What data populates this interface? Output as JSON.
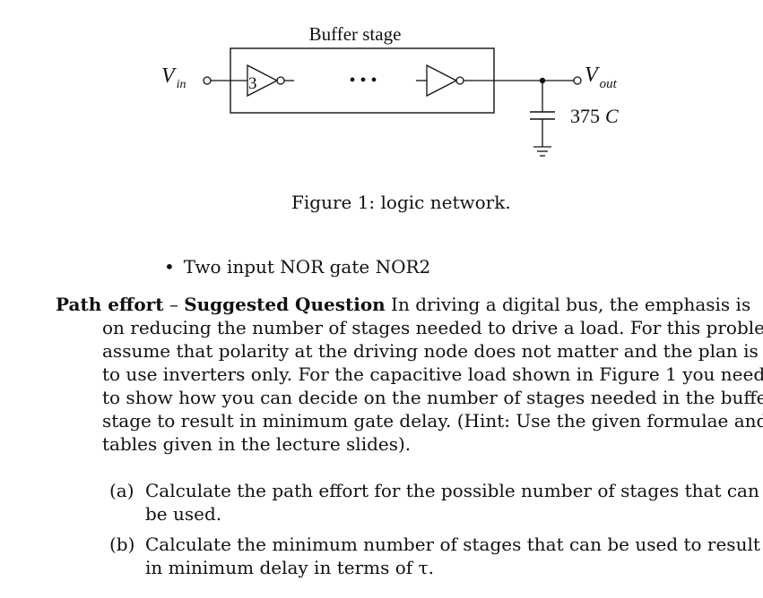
{
  "figure": {
    "buffer_label": "Buffer stage",
    "vin_main": "V",
    "vin_sub": "in",
    "vout_main": "V",
    "vout_sub": "out",
    "first_inverter_size": "3",
    "ellipsis": "• • •",
    "load_value": "375",
    "load_unit": "C",
    "caption": "Figure 1: logic network."
  },
  "bullet": {
    "symbol": "•",
    "text": "Two input NOR gate  NOR2"
  },
  "question": {
    "title": "Path effort",
    "dash": " – ",
    "subtitle": "Suggested Question",
    "lines": [
      " In driving a digital bus, the emphasis is",
      "on reducing the number of stages needed to drive a load. For this problem",
      "assume that polarity at the driving node does not matter and the plan is",
      "to use inverters only. For the capacitive load shown in Figure 1 you need",
      "to show how you can decide on the number of stages needed in the buffer",
      "stage to result in minimum gate delay. (Hint: Use the given formulae and",
      "tables given in the lecture slides)."
    ]
  },
  "items": [
    {
      "label": "(a)",
      "lines": [
        "Calculate the path effort for the possible number of stages that can",
        "be used."
      ]
    },
    {
      "label": "(b)",
      "lines": [
        "Calculate the minimum number of stages that can be used to result",
        "in minimum delay in terms of τ."
      ]
    }
  ]
}
